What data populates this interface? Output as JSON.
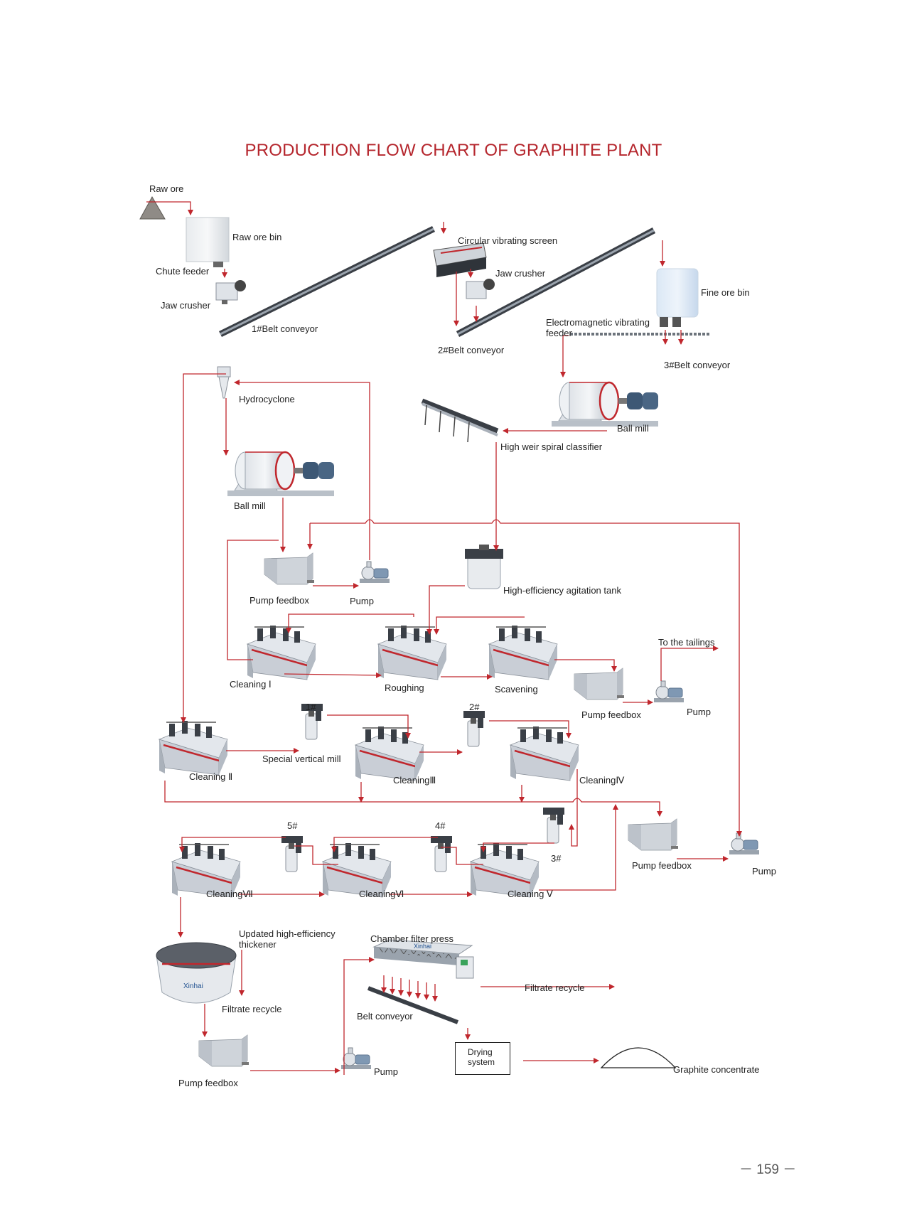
{
  "title": "PRODUCTION FLOW CHART OF GRAPHITE PLANT",
  "page_number": "－ 159 －",
  "colors": {
    "title": "#b5262d",
    "flow_line": "#c0272d",
    "equipment_gray": "#c9ced6",
    "accent_red": "#c0272d"
  },
  "labels": {
    "raw_ore": "Raw ore",
    "raw_ore_bin": "Raw ore bin",
    "chute_feeder": "Chute feeder",
    "jaw_crusher_1": "Jaw crusher",
    "belt_conveyor_1": "1#Belt conveyor",
    "circular_vibrating_screen": "Circular vibrating screen",
    "jaw_crusher_2": "Jaw crusher",
    "belt_conveyor_2": "2#Belt conveyor",
    "fine_ore_bin": "Fine ore bin",
    "electromagnetic_feeder": "Electromagnetic vibrating feeder",
    "belt_conveyor_3": "3#Belt conveyor",
    "hydrocyclone": "Hydrocyclone",
    "ball_mill_1": "Ball mill",
    "ball_mill_2": "Ball mill",
    "spiral_classifier": "High weir spiral classifier",
    "pump_feedbox_1": "Pump feedbox",
    "pump_1": "Pump",
    "agitation_tank": "High-efficiency agitation tank",
    "cleaning_1": "Cleaning Ⅰ",
    "roughing": "Roughing",
    "scavening": "Scavening",
    "to_tailings": "To the tailings",
    "pump_feedbox_2": "Pump feedbox",
    "pump_2": "Pump",
    "mill_1": "1#",
    "mill_2": "2#",
    "special_vertical_mill": "Special vertical mill",
    "cleaning_2": "Cleaning Ⅱ",
    "cleaning_3": "CleaningⅢ",
    "cleaning_4": "CleaningⅣ",
    "mill_3": "3#",
    "mill_4": "4#",
    "mill_5": "5#",
    "cleaning_5": "Cleaning Ⅴ",
    "cleaning_6": "CleaningⅥ",
    "cleaning_7": "CleaningⅦ",
    "pump_feedbox_3": "Pump feedbox",
    "pump_3": "Pump",
    "thickener": "Updated high-efficiency thickener",
    "filtrate_recycle_1": "Filtrate recycle",
    "chamber_filter_press": "Chamber filter press",
    "filtrate_recycle_2": "Filtrate recycle",
    "belt_conveyor_4": "Belt conveyor",
    "drying_system": "Drying system",
    "graphite_concentrate": "Graphite concentrate",
    "pump_feedbox_4": "Pump feedbox",
    "pump_4": "Pump",
    "xinhai_logo": "Xinhai"
  }
}
